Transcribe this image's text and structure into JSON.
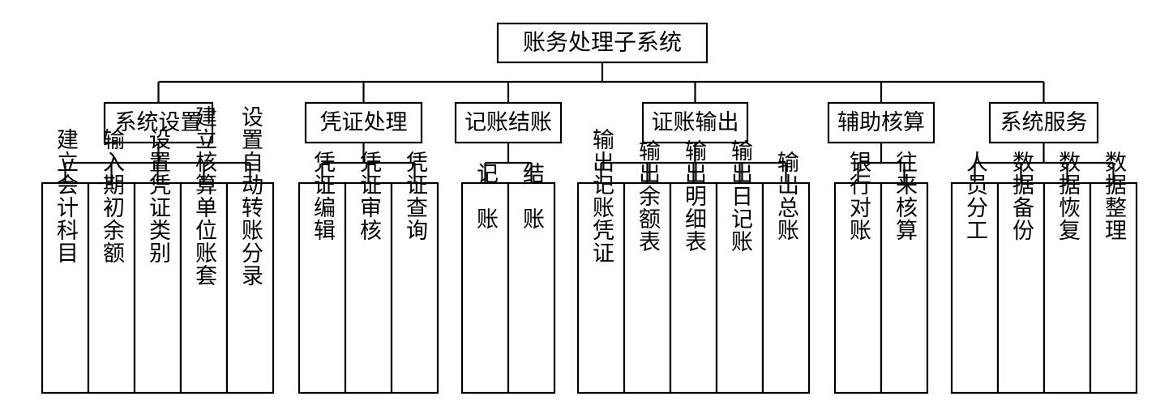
{
  "colors": {
    "stroke": "#000000",
    "background": "#ffffff",
    "text": "#000000"
  },
  "root": {
    "label": "账务处理子系统"
  },
  "modules": [
    {
      "id": "system-settings",
      "label": "系统设置",
      "children": [
        "建立会计科目",
        "输入期初余额",
        "设置凭证类别",
        "建立核算单位账套",
        "设置自动转账分录"
      ]
    },
    {
      "id": "voucher-processing",
      "label": "凭证处理",
      "children": [
        "凭证编辑",
        "凭证审核",
        "凭证查询"
      ]
    },
    {
      "id": "posting-closing",
      "label": "记账结账",
      "children": [
        "记　账",
        "结　账"
      ]
    },
    {
      "id": "ledger-output",
      "label": "证账输出",
      "children": [
        "输出记账凭证",
        "输出余额表",
        "输出明细表",
        "输出日记账",
        "输出总账"
      ]
    },
    {
      "id": "auxiliary-accounting",
      "label": "辅助核算",
      "children": [
        "银行对账",
        "往来核算"
      ]
    },
    {
      "id": "system-services",
      "label": "系统服务",
      "children": [
        "人员分工",
        "数据备份",
        "数据恢复",
        "数据整理"
      ]
    }
  ]
}
